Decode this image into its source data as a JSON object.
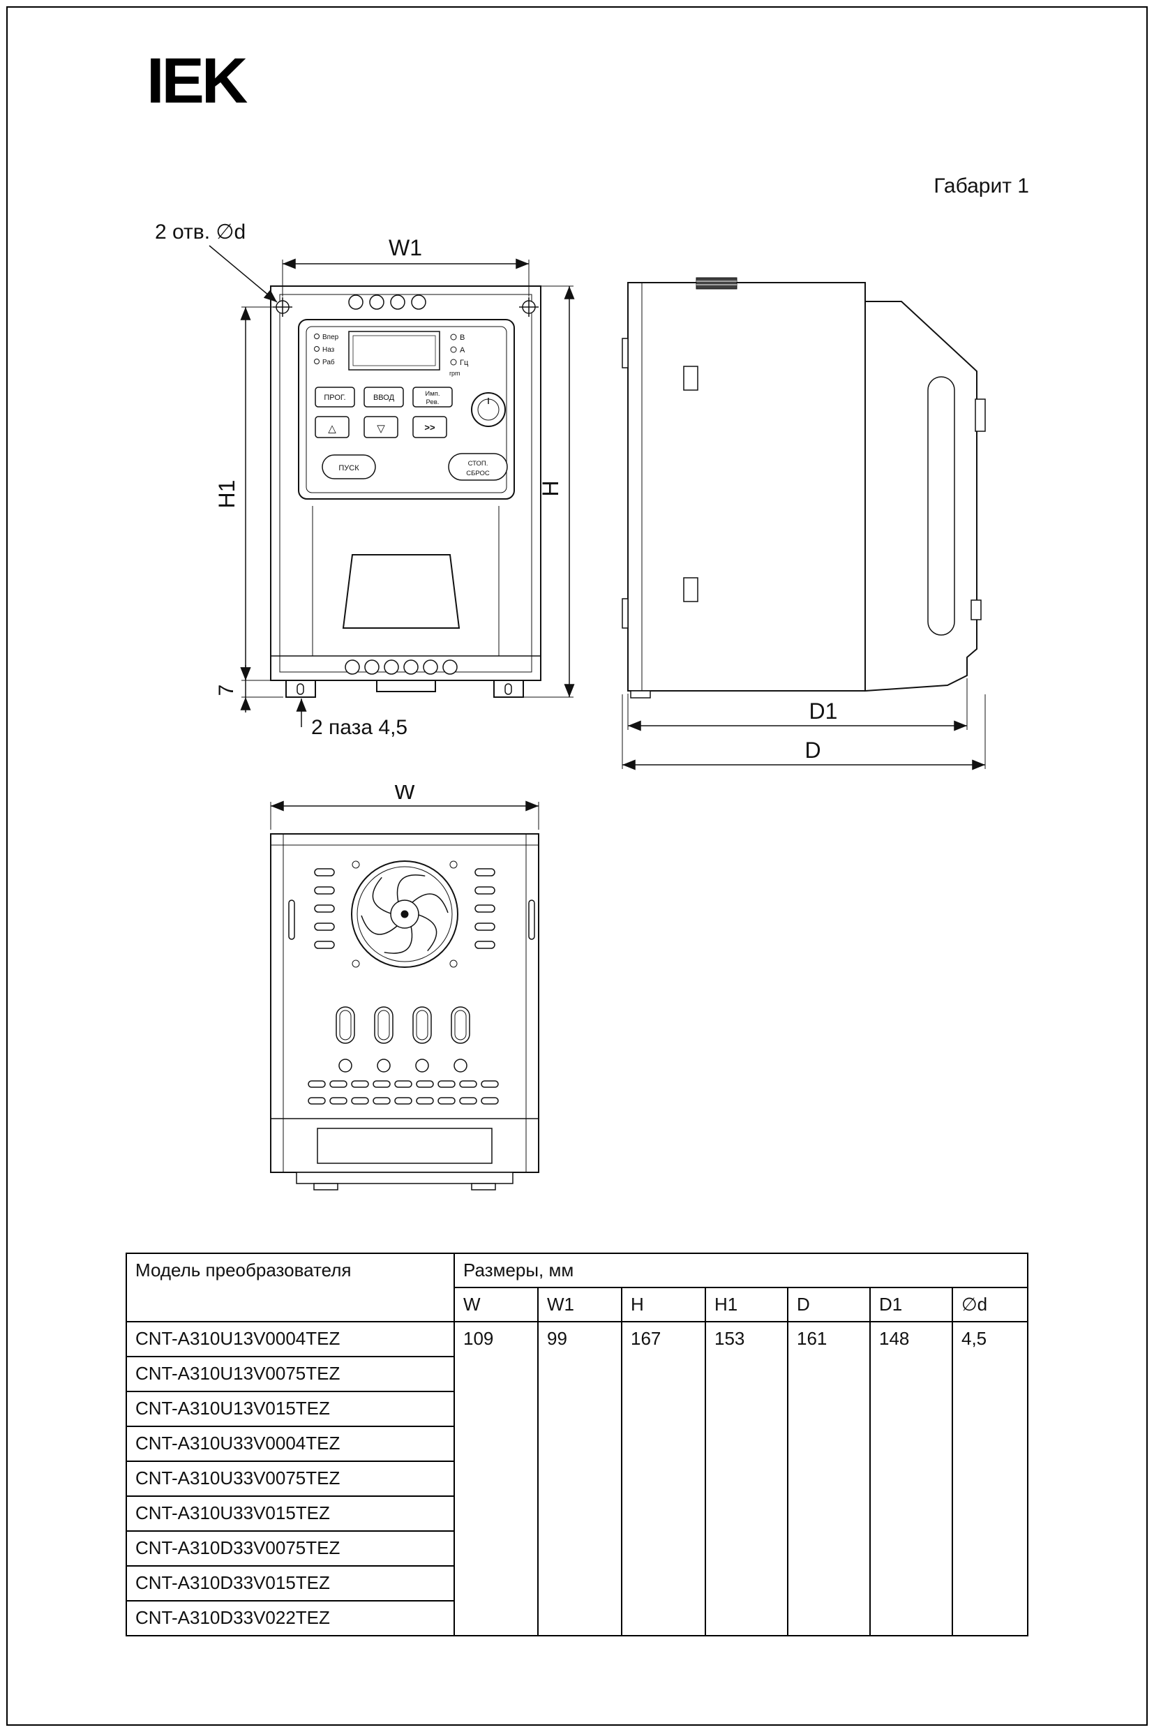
{
  "page": {
    "brand": "IEK",
    "variant": "Габарит 1"
  },
  "front_view": {
    "note_holes": "2 отв. ∅d",
    "note_slots": "2 паза 4,5",
    "dims": {
      "w1": "W1",
      "h1": "H1",
      "h": "H",
      "seven": "7"
    },
    "panel": {
      "leds_left": [
        "Впер",
        "Наз",
        "Раб"
      ],
      "leds_right": [
        "B",
        "A",
        "Гц"
      ],
      "rpm": "rpm",
      "btn_prog": "ПРОГ.",
      "btn_enter": "ВВОД",
      "btn_imp1": "Имп.",
      "btn_imp2": "Рев.",
      "btn_up": "△",
      "btn_down": "▽",
      "btn_shift": ">>",
      "btn_run": "ПУСК",
      "btn_stop1": "СТОП.",
      "btn_stop2": "СБРОС"
    }
  },
  "side_view": {
    "dims": {
      "d1": "D1",
      "d": "D"
    }
  },
  "bottom_view": {
    "dims": {
      "w": "W"
    }
  },
  "table": {
    "model_header": "Модель преобразователя",
    "size_header": "Размеры, мм",
    "columns": [
      "W",
      "W1",
      "H",
      "H1",
      "D",
      "D1",
      "∅d"
    ],
    "models": [
      "CNT-A310U13V0004TEZ",
      "CNT-A310U13V0075TEZ",
      "CNT-A310U13V015TEZ",
      "CNT-A310U33V0004TEZ",
      "CNT-A310U33V0075TEZ",
      "CNT-A310U33V015TEZ",
      "CNT-A310D33V0075TEZ",
      "CNT-A310D33V015TEZ",
      "CNT-A310D33V022TEZ"
    ],
    "values": [
      "109",
      "99",
      "167",
      "153",
      "161",
      "148",
      "4,5"
    ]
  }
}
